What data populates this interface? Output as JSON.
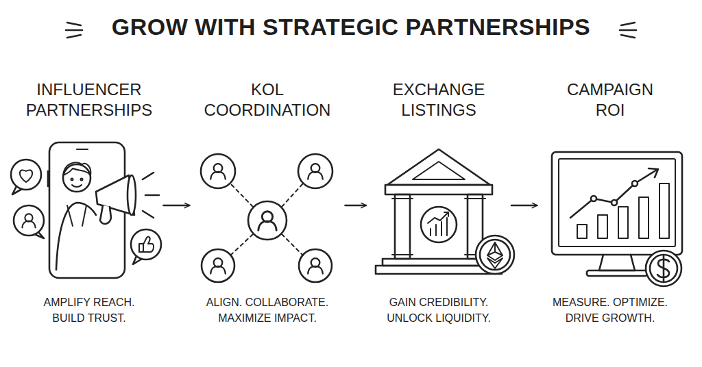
{
  "diagram": {
    "title": "GROW WITH STRATEGIC PARTNERSHIPS",
    "nodes": [
      {
        "text": [
          "INFLUENCER PARTNERSHIPS",
          "AMPLIFY REACH. BUILD TRUST."
        ]
      },
      {
        "text": [
          "KOL COORDINATION",
          "ALIGN. COLLABORATE. MAXIMIZE IMPACT."
        ]
      },
      {
        "text": [
          "EXCHANGE LISTINGS",
          "GAIN CREDIBILITY. UNLOCK LIQUIDITY."
        ]
      },
      {
        "text": [
          "CAMPAIGN ROI",
          "MEASURE. OPTIMIZE. DRIVE GROWTH."
        ]
      }
    ],
    "edges": [
      {
        "from": 0,
        "to": 1,
        "arrow": "to"
      },
      {
        "from": 1,
        "to": 2,
        "arrow": "to"
      },
      {
        "from": 2,
        "to": 3,
        "arrow": "to"
      }
    ]
  }
}
